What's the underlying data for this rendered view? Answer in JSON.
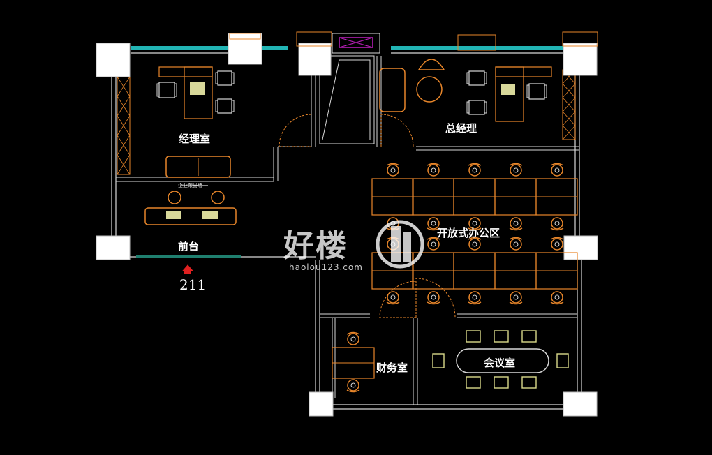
{
  "rooms": {
    "manager_office": "经理室",
    "general_manager": "总经理",
    "reception": "前台",
    "open_office": "开放式办公区",
    "finance": "财务室",
    "meeting": "会议室"
  },
  "unit_number": "211",
  "reception_sign": "企业荣誉墙",
  "watermark": {
    "logo_text": "好楼",
    "site": "haolou123.com"
  },
  "colors": {
    "background": "#000000",
    "walls": "#d8d8d8",
    "columns": "#ffffff",
    "furniture": "#e8862a",
    "chairs_meeting": "#d9d98a",
    "glass": "#22b5b5",
    "vent": "#c020c0",
    "entrance_marker": "#e02020"
  }
}
